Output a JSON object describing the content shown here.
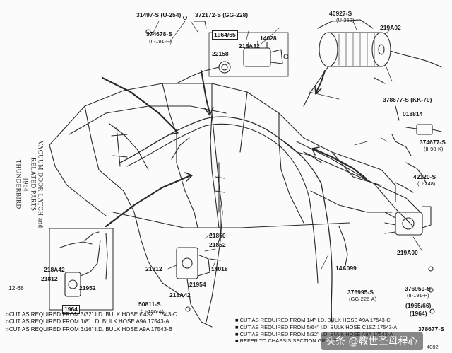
{
  "side_title": {
    "line1": "VACUUM DOOR LATCH and RELATED PARTS",
    "line2": "1964",
    "line3": "THUNDERBIRD"
  },
  "page_ref": "12-68",
  "labels": {
    "p31497": "31497-S (U-254)",
    "p372172": "372172-S (GG-228)",
    "p374678": "374678-S",
    "p374678_code": "(II-191-R)",
    "p1964_65": "1964/65",
    "p14028": "14028",
    "p22158": "22158",
    "p218A82": "218A82",
    "p40927": "40927-S",
    "p40927_code": "(U-262)",
    "p219A02": "219A02",
    "p378677": "378677-S (KK-70)",
    "p018814": "018814",
    "p374677": "374677-S",
    "p374677_code": "(II-98-K)",
    "p42120": "42120-S",
    "p42120_code": "(U-248)",
    "p219A00": "219A00",
    "p14A099": "14A099",
    "p21850": "21850",
    "p21852": "21852",
    "p21812_main": "21812",
    "p14018": "14018",
    "p21954_main": "21954",
    "p218A42_main": "218A42",
    "p50811": "50811-S",
    "p50811_code": "(U-150-A)",
    "p376995": "376995-S",
    "p376995_code": "(GG-226-A)",
    "p376959": "376959-S",
    "p376959_code": "(II-191-P)",
    "p1965_66": "(1965/66)",
    "p1964b": "(1964)",
    "p378677b": "378677-S",
    "p218A42_inset": "218A42",
    "p21812_inset": "21812",
    "p21952": "21952",
    "p1964_inset": "1964",
    "p4002": "4002"
  },
  "notes_left": [
    "○CUT AS REQUIRED FROM 3/32\" I.D. BULK HOSE C4SZ 17543-C",
    "○CUT AS REQUIRED FROM 1/8\" I.D. BULK HOSE A9A 17543-A",
    "○CUT AS REQUIRED FROM 3/16\" I.D. BULK HOSE A9A 17543-B"
  ],
  "notes_right": [
    "■ CUT AS REQUIRED FROM 1/4\" I.D. BULK HOSE A9A 17543-C",
    "■ CUT AS REQUIRED FROM 5/64\" I.D. BULK HOSE C1SZ 17543-A",
    "■ CUT AS REQUIRED FROM 5/32\" I.D. BULK HOSE A9A 17543-A",
    "■ REFER TO CHASSIS SECTION GROUP"
  ],
  "watermark": "头条 @教世圣母程心",
  "colors": {
    "ink": "#1f1f1f",
    "paper": "#fbfbfb"
  }
}
